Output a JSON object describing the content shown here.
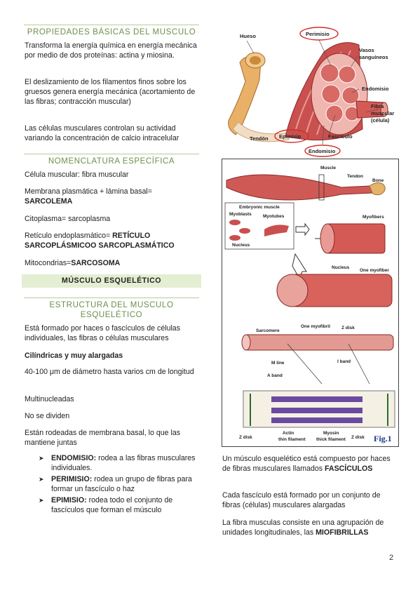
{
  "left": {
    "h1": "PROPIEDADES BÁSICAS DEL MUSCULO",
    "p1": "Transforma la energía química en energía mecánica por medio de dos proteínas: actina y miosina.",
    "p2": "El deslizamiento de los filamentos finos sobre los gruesos genera energía mecánica (acortamiento de las fibras; contracción muscular)",
    "p3": "Las células musculares controlan su actividad variando la concentración de calcio intracelular",
    "h2": "NOMENCLATURA ESPECÍFICA",
    "n1": "Célula muscular: fibra muscular",
    "n2_a": "Membrana plasmática + lámina basal=",
    "n2_b": "SARCOLEMA",
    "n3": "Citoplasma= sarcoplasma",
    "n4_a": "Retículo endoplasmático= ",
    "n4_b": "RETÍCULO SARCOPLÁSMICOO SARCOPLASMÁTICO",
    "n5_a": "Mitocondrias=",
    "n5_b": "SARCOSOMA",
    "band": "MÚSCULO ESQUELÉTICO",
    "h3_l1": "ESTRUCTURA DEL MUSCULO",
    "h3_l2": "ESQUELÉTICO",
    "e1": "Está formado por haces o fascículos de células individuales, las fibras o células musculares",
    "e2": "Cilíndricas y muy alargadas",
    "e3": " 40-100 μm de diámetro hasta varios cm de longitud",
    "e4": " Multinucleadas",
    "e5": " No se dividen",
    "e6": "Están rodeadas de membrana basal, lo que las mantiene juntas",
    "bullets": [
      {
        "term": "ENDOMISIO:",
        "text": " rodea a las fibras musculares individuales."
      },
      {
        "term": "PERIMISIO:",
        "text": " rodea un grupo de fibras para formar un fascículo o haz"
      },
      {
        "term": "EPIMISIO:",
        "text": " rodea todo el conjunto de fascículos que forman el músculo"
      }
    ]
  },
  "fig_top": {
    "hueso": "Hueso",
    "perimisio": "Perimisio",
    "vasos1": "Vasos",
    "vasos2": "sanguíneos",
    "endomisio_r": "Endomisio",
    "fibra1": "Fibra",
    "fibra2": "muscular",
    "fibra3": "(célula)",
    "tendon": "Tendón",
    "epimisio": "Epimisio",
    "fasciculo": "Fascículo",
    "endomisio_b": "Endomisio"
  },
  "fig1": {
    "muscle": "Muscle",
    "tendon": "Tendon",
    "bone": "Bone",
    "embryonic": "Embryonic muscle",
    "myoblasts": "Myoblasts",
    "myotubes": "Myotubes",
    "myofibers": "Myofibers",
    "nucleus1": "Nucleus",
    "nucleus2": "Nucleus",
    "one_myofiber": "One myofiber",
    "sarcomere": "Sarcomere",
    "one_myofibril": "One myofibril",
    "z_disk": "Z disk",
    "m_line": "M line",
    "i_band": "I band",
    "a_band": "A band",
    "z_disk_l": "Z disk",
    "actin1": "Actin",
    "actin2": "thin filament",
    "myosin1": "Myosin",
    "myosin2": "thick filament",
    "z_disk_r": "Z disk",
    "fig": "Fig.1"
  },
  "right": {
    "r1_a": "Un músculo esquelético está compuesto por haces de fibras musculares llamados ",
    "r1_b": "FASCÍCULOS",
    "r2": " Cada fascículo está formado por un conjunto de fibras (células) musculares alargadas",
    "r3_a": "La fibra musculas consiste en una agrupación de unidades longitudinales, las ",
    "r3_b": "MIOFIBRILLAS"
  },
  "page_number": "2",
  "colors": {
    "heading": "#6e8f4a",
    "band": "#e4eed2",
    "muscle": "#c9504e",
    "label_ring": "#d0302b"
  }
}
